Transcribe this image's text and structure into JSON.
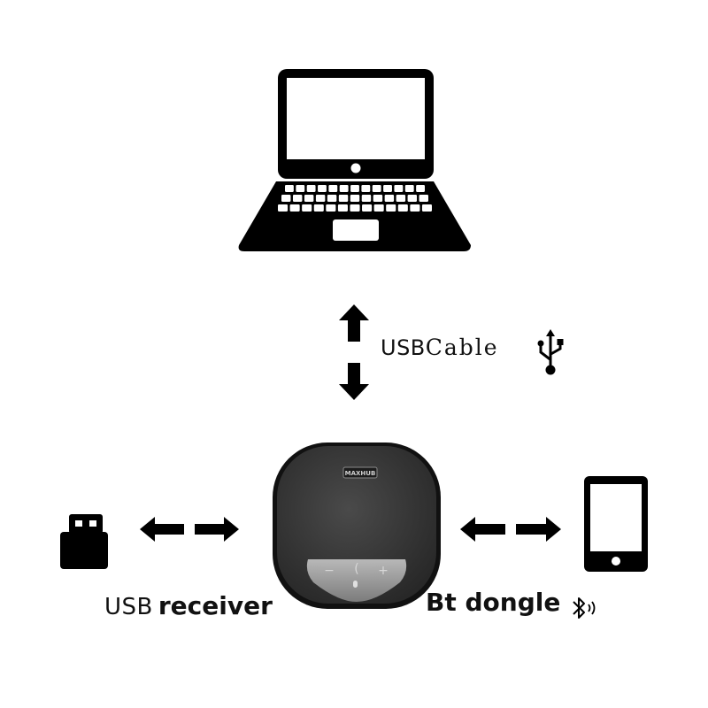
{
  "cable": {
    "usb": "USB",
    "word": "Cable"
  },
  "receiver": {
    "usb": "USB",
    "word": "receiver"
  },
  "bluetooth": {
    "label": "Bt dongle"
  },
  "speaker": {
    "brand": "MAXHUB",
    "buttons": [
      "−",
      "(",
      "+"
    ]
  },
  "icons": [
    "laptop-icon",
    "usb-symbol-icon",
    "usb-receiver-icon",
    "speakerphone-icon",
    "tablet-icon",
    "bluetooth-icon",
    "arrow-icon"
  ]
}
